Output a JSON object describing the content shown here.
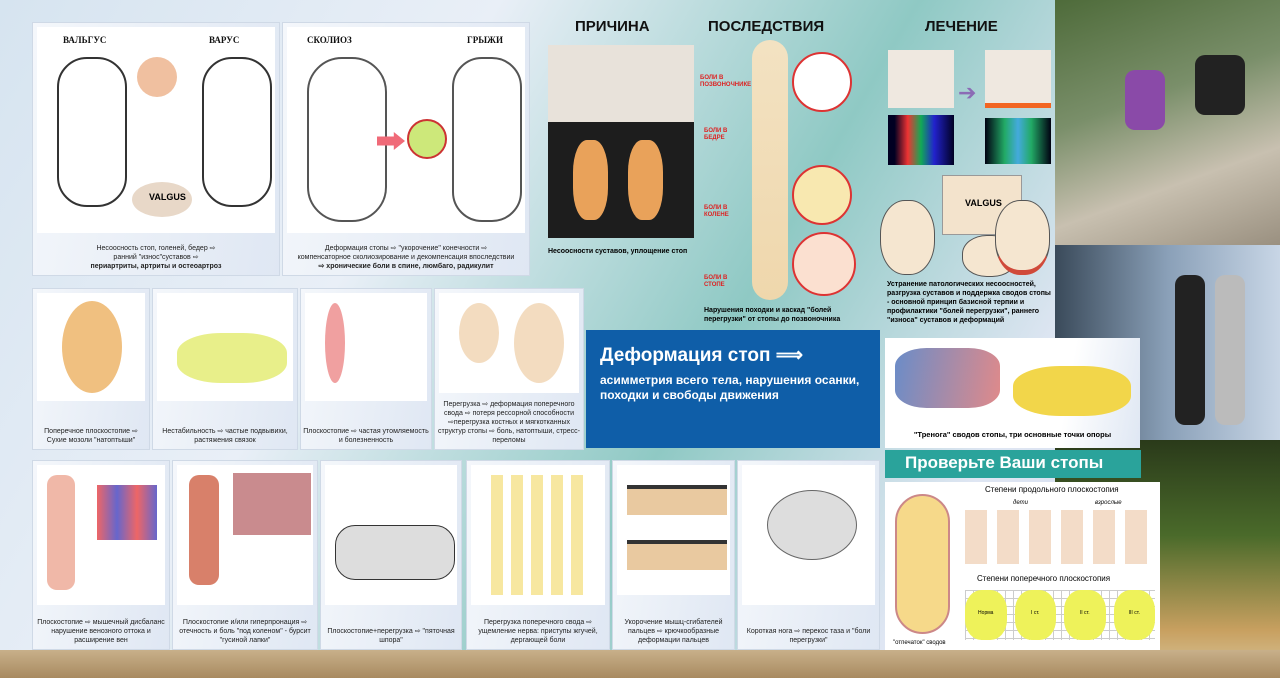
{
  "headers": {
    "cause": "ПРИЧИНА",
    "consequences": "ПОСЛЕДСТВИЯ",
    "treatment": "ЛЕЧЕНИЕ"
  },
  "top_panels": [
    {
      "labels": [
        "ВАЛЬГУС",
        "ВАРУС"
      ],
      "brand": "VALGUS",
      "caption": [
        "Несоосность стоп, голеней, бедер ⇨",
        "ранний \"износ\"суставов ⇨",
        "периартриты, артриты и остеоартроз"
      ]
    },
    {
      "labels": [
        "СКОЛИОЗ",
        "ГРЫЖИ"
      ],
      "caption": [
        "Деформация стопы ⇨ \"укорочение\" конечности ⇨",
        "компенсаторное сколиозирование и декомпенсация впоследствии",
        "⇨ хронические боли в спине, люмбаго, радикулит"
      ]
    }
  ],
  "cause_caption": "Несоосности суставов, уплощение стоп",
  "pain_labels": [
    "БОЛИ В ПОЗВОНОЧНИКЕ",
    "БОЛИ В БЕДРЕ",
    "БОЛИ В КОЛЕНЕ",
    "БОЛИ В СТОПЕ"
  ],
  "consequences_caption": "Нарушения походки и каскад \"болей перегрузки\" от стопы до позвоночника",
  "treatment_caption": "Устранение патологических несоосностей, разгрузка суставов и поддержка сводов стопы - основной принцип базисной терпии и профилактики \"болей перегрузки\", раннего \"износа\" суставов и деформаций",
  "treatment_brand": "VALGUS",
  "middle_panels": [
    "Поперечное плоскостопие ⇨ Сухие мозоли \"натоптыши\"",
    "Нестабильность ⇨ частые подвывихи, растяжения связок",
    "Плоскостопие ⇨ частая утомляемость и болезненность",
    "Перегрузка ⇨ деформация поперечного свода ⇨ потеря рессорной способности ⇨перегрузка костных и мягкотканных структур стопы ⇨ боль, натоптыши, стресс-переломы"
  ],
  "banner": {
    "title": "Деформация стоп ⟹",
    "subtitle": "асимметрия всего тела, нарушения осанки, походки и свободы движения"
  },
  "tripod_caption": "\"Тренога\" сводов стопы, три основные точки опоры",
  "check": {
    "title": "Проверьте Ваши стопы",
    "longitudinal": "Степени продольного плоскостопия",
    "children": "дети",
    "adults": "взрослые",
    "transverse": "Степени поперечного плоскостопия",
    "arches": "\"отпечаток\" сводов",
    "grades": [
      "Норма",
      "I ст.",
      "II ст.",
      "III ст."
    ]
  },
  "bottom_panels": [
    "Плоскостопие ⇨ мышечный дисбаланс нарушение венозного оттока и расширение вен",
    "Плоскостопие и/или гиперпронация ⇨ отечность и боль \"под коленом\" - бурсит \"гусиной лапки\"",
    "Плоскостопие+перегрузка ⇨ \"пяточная шпора\"",
    "Перегрузка поперечного свода ⇨ ущемление нерва: приступы жгучей, дергающей боли",
    "Укорочение мышц-сгибателей пальцев ⇨ крючкообразные деформации пальцев",
    "Короткая нога ⇨ перекос таза и \"боли перегрузки\""
  ],
  "colors": {
    "banner": "#0f5ea8",
    "teal": "#2aa39b",
    "pain": "#dd2222"
  }
}
